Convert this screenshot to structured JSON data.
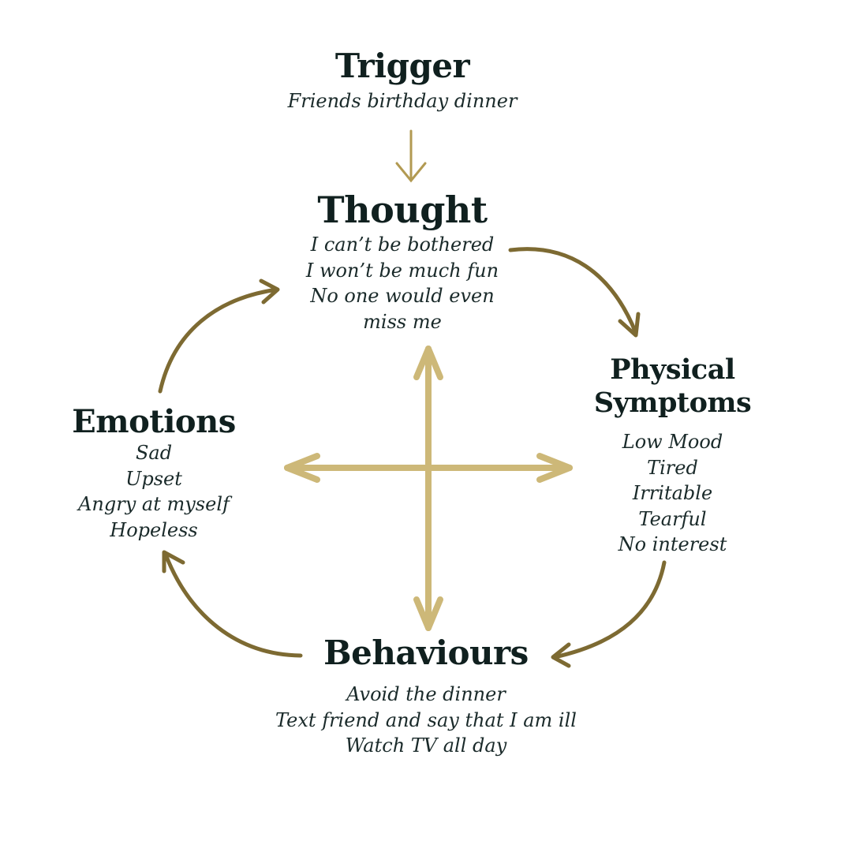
{
  "colors": {
    "heading_text": "#10201f",
    "body_text": "#1a2a2a",
    "cycle_arrow": "#7d6a32",
    "cross_arrow": "#cdb878",
    "trigger_arrow": "#b29a52"
  },
  "trigger": {
    "title": "Trigger",
    "lines": [
      "Friends birthday dinner"
    ]
  },
  "thought": {
    "title": "Thought",
    "lines": [
      "I can’t be bothered",
      "I won’t be much fun",
      "No one would even",
      "miss me"
    ]
  },
  "physical": {
    "title_line1": "Physical",
    "title_line2": "Symptoms",
    "lines": [
      "Low Mood",
      "Tired",
      "Irritable",
      "Tearful",
      "No interest"
    ]
  },
  "emotions": {
    "title": "Emotions",
    "lines": [
      "Sad",
      "Upset",
      "Angry at myself",
      "Hopeless"
    ]
  },
  "behaviours": {
    "title": "Behaviours",
    "lines": [
      "Avoid the dinner",
      "Text friend and say that I am ill",
      "Watch TV all day"
    ]
  }
}
